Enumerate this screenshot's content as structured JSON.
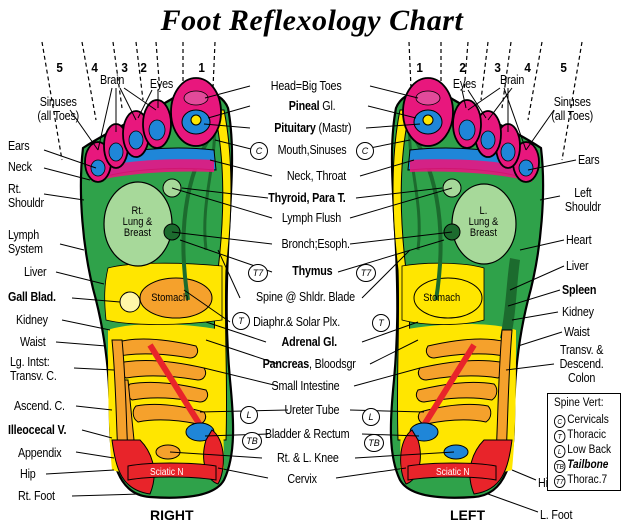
{
  "title": "Foot Reflexology Chart",
  "zones": {
    "left_side": [
      "5",
      "4",
      "3",
      "2",
      "1"
    ],
    "right_side": [
      "1",
      "2",
      "3",
      "4",
      "5"
    ]
  },
  "top_labels": {
    "brain": "Brain",
    "eyes": "Eyes"
  },
  "center_labels": [
    {
      "id": "head",
      "text": "Head=Big Toes",
      "bold": false
    },
    {
      "id": "pineal",
      "text": "Pineal",
      "suffix": " Gl.",
      "bold": true
    },
    {
      "id": "pituitary",
      "text": "Pituitary",
      "suffix": " (Mastr)",
      "bold": true
    },
    {
      "id": "mouth",
      "text": "Mouth,Sinuses",
      "bold": false
    },
    {
      "id": "neck",
      "text": "Neck, Throat",
      "bold": false
    },
    {
      "id": "thyroid",
      "text": "Thyroid, Para T.",
      "bold": true
    },
    {
      "id": "lymph",
      "text": "Lymph Flush",
      "bold": false
    },
    {
      "id": "bronch",
      "text": "Bronch;Esoph.",
      "bold": false
    },
    {
      "id": "thymus",
      "text": "Thymus",
      "bold": true
    },
    {
      "id": "spine",
      "text": "Spine @ Shldr. Blade",
      "bold": false
    },
    {
      "id": "diaphr",
      "text": "Diaphr.& Solar Plx.",
      "bold": false
    },
    {
      "id": "adrenal",
      "text": "Adrenal Gl.",
      "bold": true
    },
    {
      "id": "pancreas",
      "text": "Pancreas",
      "suffix": ", Bloodsgr",
      "bold": true
    },
    {
      "id": "small",
      "text": "Small Intestine",
      "bold": false
    },
    {
      "id": "ureter",
      "text": "Ureter Tube",
      "bold": false
    },
    {
      "id": "bladder",
      "text": "Bladder & Rectum",
      "bold": false
    },
    {
      "id": "knee",
      "text": "Rt. & L. Knee",
      "bold": false
    },
    {
      "id": "cervix",
      "text": "Cervix",
      "bold": false
    }
  ],
  "left_labels": {
    "sinuses": "Sinuses\n(all Toes)",
    "ears": "Ears",
    "neck": "Neck",
    "shoulder": "Rt.\nShouldr",
    "lymph": "Lymph\nSystem",
    "liver": "Liver",
    "gall": "Gall Blad.",
    "kidney": "Kidney",
    "waist": "Waist",
    "lg_intst": "Lg. Intst:\nTransv. C.",
    "ascend": "Ascend. C.",
    "ileocecal": "Illeocecal V.",
    "appendix": "Appendix",
    "hip": "Hip",
    "rt_foot": "Rt. Foot"
  },
  "right_labels": {
    "sinuses": "Sinuses\n(all Toes)",
    "ears": "Ears",
    "shoulder": "Left\nShouldr",
    "heart": "Heart",
    "liver": "Liver",
    "spleen": "Spleen",
    "kidney": "Kidney",
    "waist": "Waist",
    "transv": "Transv. &\nDescend.\nColon",
    "hip": "Hip",
    "l_foot": "L. Foot"
  },
  "organ_labels": {
    "rt_lung": "Rt.\nLung &\nBreast",
    "l_lung": "L.\nLung &\nBreast",
    "stomach_r": "Stomach",
    "stomach_l": "Stomach",
    "sciatic_r": "Sciatic N",
    "sciatic_l": "Sciatic N"
  },
  "markers": {
    "c": "C",
    "t7": "T7",
    "t": "T",
    "l": "L",
    "tb": "TB"
  },
  "foot_labels": {
    "right": "RIGHT",
    "left": "LEFT"
  },
  "legend": {
    "title": "Spine Vert:",
    "items": [
      {
        "mark": "C",
        "text": "Cervicals",
        "italic": false
      },
      {
        "mark": "T",
        "text": "Thoracic",
        "italic": false
      },
      {
        "mark": "L",
        "text": "Low Back",
        "italic": false
      },
      {
        "mark": "TB",
        "text": "Tailbone",
        "italic": true
      },
      {
        "mark": "T7",
        "text": "Thorac.7",
        "italic": false
      }
    ]
  },
  "colors": {
    "toes": "#e8177d",
    "toe_tip": "#e24a9a",
    "sinus_blue": "#1f86d8",
    "lung_green": "#2fa24a",
    "lung_light": "#a7d99a",
    "yellow": "#ffe600",
    "orange": "#f5a12c",
    "red": "#e8242a",
    "dark_green": "#1c6b2e",
    "outline": "#000000"
  }
}
